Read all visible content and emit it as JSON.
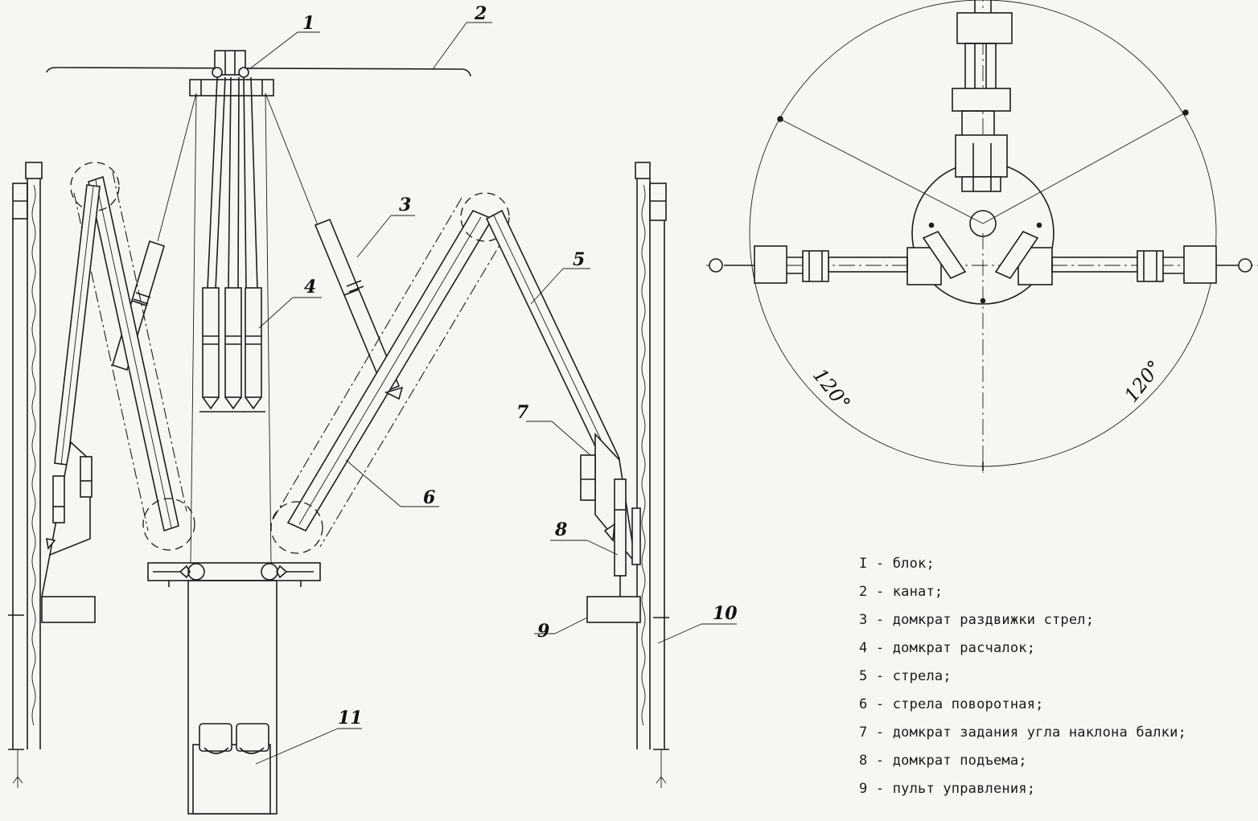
{
  "callouts": [
    "1",
    "2",
    "3",
    "4",
    "5",
    "6",
    "7",
    "8",
    "9",
    "10",
    "11"
  ],
  "angles": [
    "120°",
    "120°"
  ],
  "legend": [
    "I - блок;",
    "2 - канат;",
    "3 - домкрат раздвижки стрел;",
    "4 - домкрат расчалок;",
    "5 - стрела;",
    "6 - стрела поворотная;",
    "7 - домкрат задания угла наклона балки;",
    "8 - домкрат подъема;",
    "9 - пульт управления;"
  ]
}
